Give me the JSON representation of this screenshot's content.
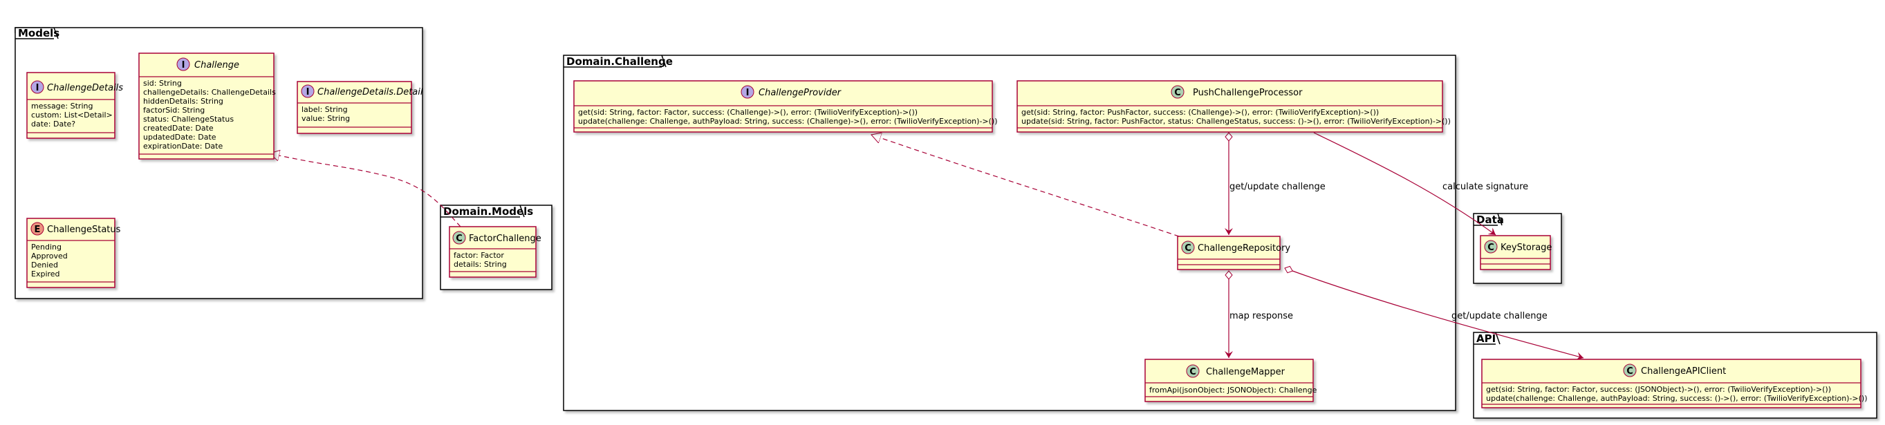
{
  "packages": {
    "models": "Models",
    "domain_models": "Domain.Models",
    "domain_challenge": "Domain.Challenge",
    "data": "Data",
    "api": "API"
  },
  "classes": {
    "challenge_details": {
      "name": "ChallengeDetails",
      "stereotype": "I",
      "members": [
        "message: String",
        "custom: List<Detail>",
        "date: Date?"
      ]
    },
    "challenge": {
      "name": "Challenge",
      "stereotype": "I",
      "members": [
        "sid: String",
        "challengeDetails: ChallengeDetails",
        "hiddenDetails: String",
        "factorSid: String",
        "status: ChallengeStatus",
        "createdDate: Date",
        "updatedDate: Date",
        "expirationDate: Date"
      ]
    },
    "challenge_details_detail": {
      "name": "ChallengeDetails.Detail",
      "stereotype": "I",
      "members": [
        "label: String",
        "value: String"
      ]
    },
    "challenge_status": {
      "name": "ChallengeStatus",
      "stereotype": "E",
      "members": [
        "Pending",
        "Approved",
        "Denied",
        "Expired"
      ]
    },
    "factor_challenge": {
      "name": "FactorChallenge",
      "stereotype": "C",
      "members": [
        "factor: Factor",
        "details: String"
      ]
    },
    "challenge_provider": {
      "name": "ChallengeProvider",
      "stereotype": "I",
      "members": [
        "get(sid: String, factor: Factor, success: (Challenge)->(), error: (TwilioVerifyException)->())",
        "update(challenge: Challenge, authPayload: String, success: (Challenge)->(), error: (TwilioVerifyException)->())"
      ]
    },
    "push_challenge_processor": {
      "name": "PushChallengeProcessor",
      "stereotype": "C",
      "members": [
        "get(sid: String, factor: PushFactor, success: (Challenge)->(), error: (TwilioVerifyException)->())",
        "update(sid: String, factor: PushFactor, status: ChallengeStatus, success: ()->(), error: (TwilioVerifyException)->())"
      ]
    },
    "challenge_repository": {
      "name": "ChallengeRepository",
      "stereotype": "C",
      "members": []
    },
    "challenge_mapper": {
      "name": "ChallengeMapper",
      "stereotype": "C",
      "members": [
        "fromApi(jsonObject: JSONObject): Challenge"
      ]
    },
    "key_storage": {
      "name": "KeyStorage",
      "stereotype": "C",
      "members": []
    },
    "challenge_api_client": {
      "name": "ChallengeAPIClient",
      "stereotype": "C",
      "members": [
        "get(sid: String, factor: Factor, success: (JSONObject)->(), error: (TwilioVerifyException)->())",
        "update(challenge: Challenge, authPayload: String, success: ()->(), error: (TwilioVerifyException)->())"
      ]
    }
  },
  "edges": {
    "get_update_challenge": "get/update challenge",
    "calculate_signature": "calculate signature",
    "map_response": "map response",
    "get_update_challenge_api": "get/update challenge"
  },
  "colors": {
    "class_fill": "#FEFECE",
    "border": "#A80036",
    "interface_badge": "#B4A7E5",
    "class_badge": "#ADD1B2",
    "enum_badge": "#EB937F",
    "package_border": "#000000"
  }
}
